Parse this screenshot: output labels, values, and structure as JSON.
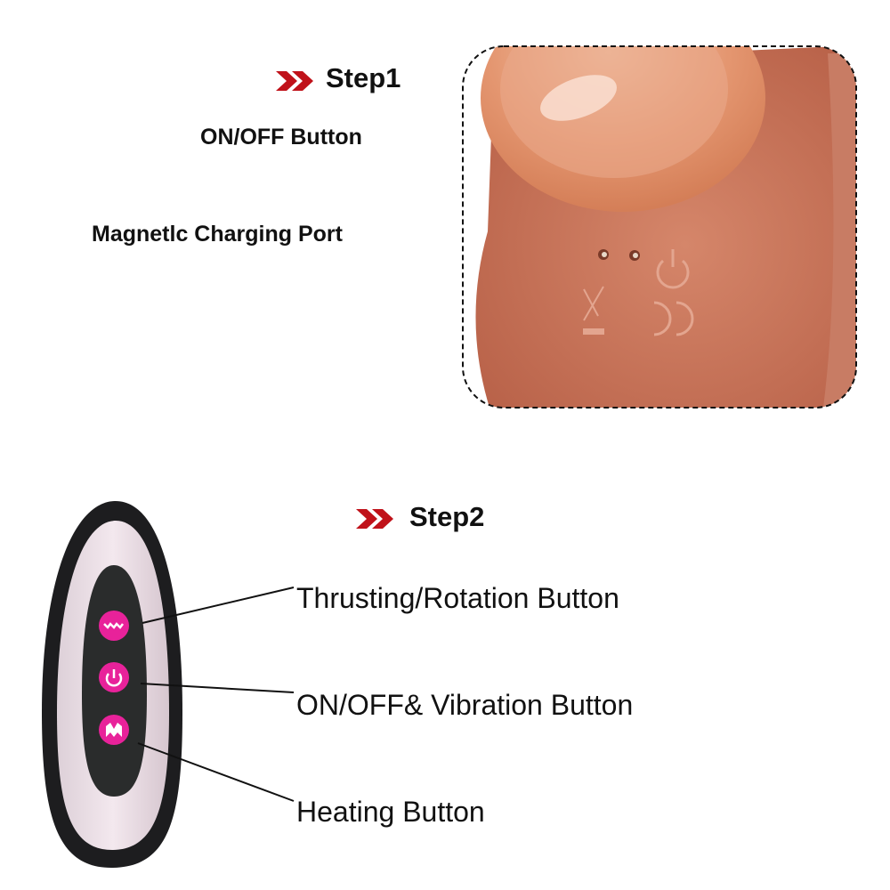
{
  "step1": {
    "title": "Step1",
    "labels": [
      "ON/OFF Button",
      "Magnetlc Charging Port"
    ]
  },
  "step2": {
    "title": "Step2",
    "labels": [
      "Thrusting/Rotation Button",
      "ON/OFF& Vibration Button",
      "Heating Button"
    ]
  },
  "colors": {
    "arrow": "#c0121a",
    "button_pink": "#e8229a",
    "skin": "#d98466"
  }
}
